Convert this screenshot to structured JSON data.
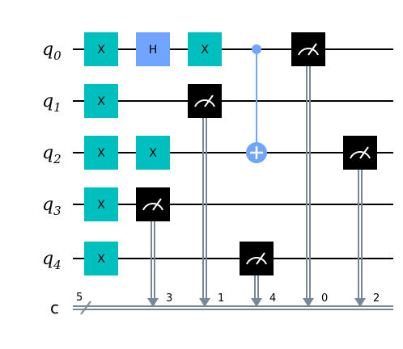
{
  "qubits": [
    {
      "name": "q",
      "index": "0"
    },
    {
      "name": "q",
      "index": "1"
    },
    {
      "name": "q",
      "index": "2"
    },
    {
      "name": "q",
      "index": "3"
    },
    {
      "name": "q",
      "index": "4"
    }
  ],
  "classical": {
    "name": "c",
    "size": "5"
  },
  "colors": {
    "x_gate": "#00bfbf",
    "h_gate": "#6fa4ff",
    "measure": "#000000",
    "cnot": "#6fa4ff",
    "wire": "#000000",
    "classical_wire": "#778899"
  },
  "gates": [
    {
      "type": "X",
      "qubit": 0,
      "column": 0,
      "label": "X"
    },
    {
      "type": "X",
      "qubit": 1,
      "column": 0,
      "label": "X"
    },
    {
      "type": "X",
      "qubit": 2,
      "column": 0,
      "label": "X"
    },
    {
      "type": "X",
      "qubit": 3,
      "column": 0,
      "label": "X"
    },
    {
      "type": "X",
      "qubit": 4,
      "column": 0,
      "label": "X"
    },
    {
      "type": "H",
      "qubit": 0,
      "column": 1,
      "label": "H"
    },
    {
      "type": "X",
      "qubit": 2,
      "column": 1,
      "label": "X"
    },
    {
      "type": "X",
      "qubit": 0,
      "column": 2,
      "label": "X"
    }
  ],
  "measurements": [
    {
      "qubit": 3,
      "column": 1,
      "bit": "3"
    },
    {
      "qubit": 1,
      "column": 2,
      "bit": "1"
    },
    {
      "qubit": 4,
      "column": 3,
      "bit": "4"
    },
    {
      "qubit": 0,
      "column": 4,
      "bit": "0"
    },
    {
      "qubit": 2,
      "column": 5,
      "bit": "2"
    }
  ],
  "cnots": [
    {
      "control": 0,
      "target": 2,
      "column": 3
    }
  ]
}
